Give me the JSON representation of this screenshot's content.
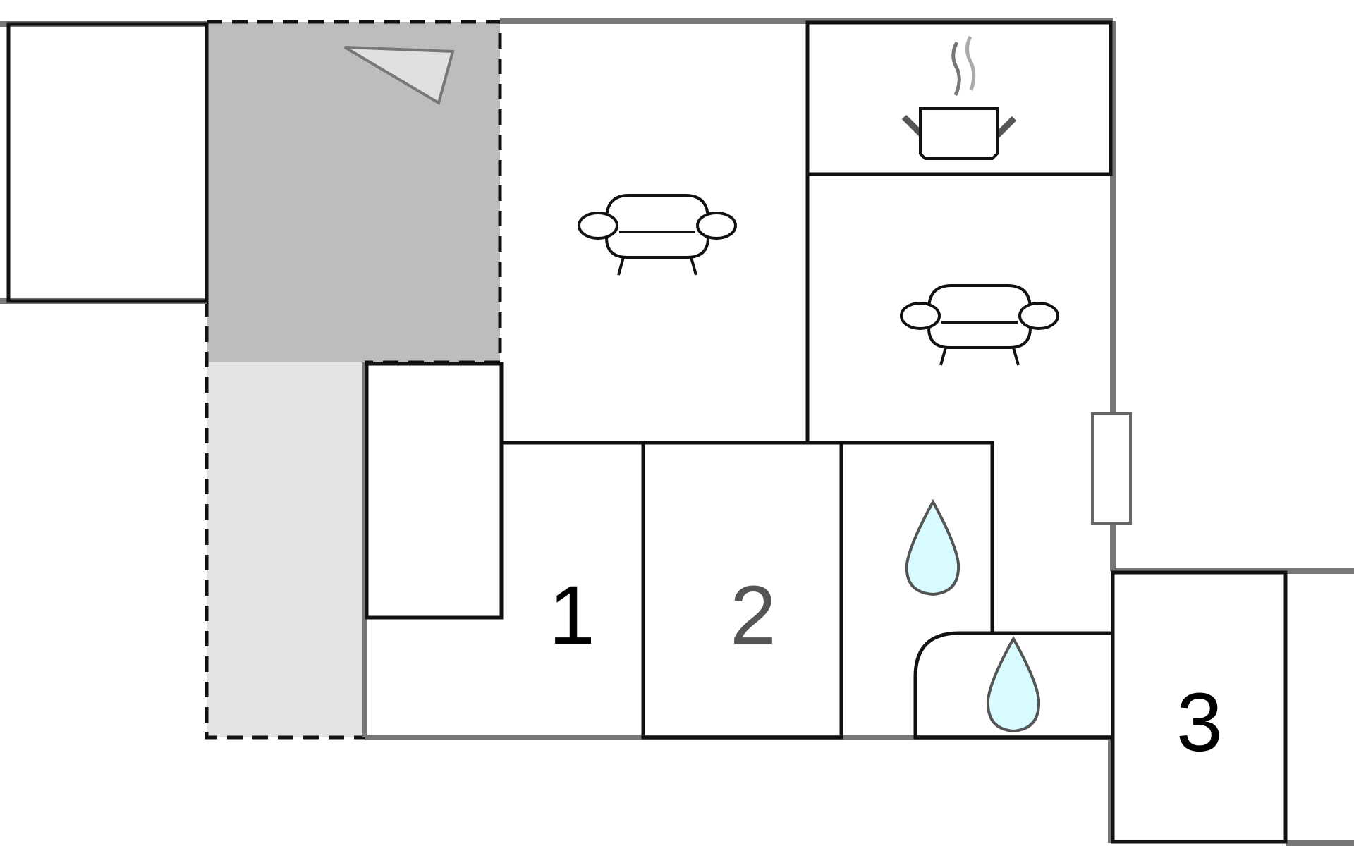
{
  "floorplan": {
    "room_labels": [
      "1",
      "2",
      "3"
    ],
    "icons": [
      "sofa-icon",
      "cooking-pot-icon",
      "water-drop-icon",
      "triangle-icon"
    ],
    "colors": {
      "wall_dark": "#111111",
      "wall_grey": "#777777",
      "terrace_dark": "#bdbdbd",
      "terrace_light": "#e4e4e4",
      "water": "#d8fbff",
      "triangle": "#e0e0e0"
    }
  }
}
